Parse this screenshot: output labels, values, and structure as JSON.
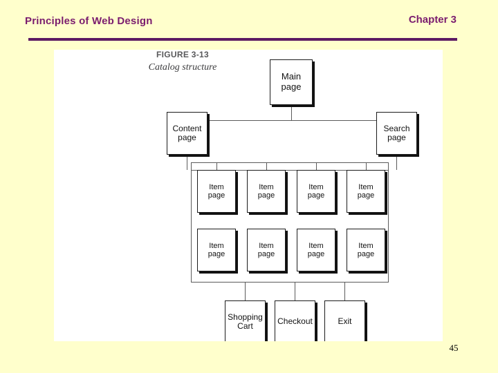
{
  "slide": {
    "course_title": "Principles of Web Design",
    "chapter_label": "Chapter 3",
    "page_number": "45",
    "accent_color": "#7A1C6E",
    "rule_color": "#5C1A63",
    "background_color": "#FFFFCC",
    "figure_background_color": "#FFFFFF"
  },
  "figure": {
    "number": "FIGURE 3-13",
    "title": "Catalog structure",
    "type": "hierarchy-diagram"
  },
  "diagram": {
    "levels": [
      {
        "name": "root",
        "nodes": [
          {
            "label": "Main\npage",
            "line1": "Main",
            "line2": "page"
          }
        ]
      },
      {
        "name": "second",
        "nodes": [
          {
            "line1": "Content",
            "line2": "page"
          },
          {
            "line1": "Search",
            "line2": "page"
          }
        ]
      },
      {
        "name": "items-row-1",
        "nodes": [
          {
            "line1": "Item",
            "line2": "page"
          },
          {
            "line1": "Item",
            "line2": "page"
          },
          {
            "line1": "Item",
            "line2": "page"
          },
          {
            "line1": "Item",
            "line2": "page"
          }
        ]
      },
      {
        "name": "items-row-2",
        "nodes": [
          {
            "line1": "Item",
            "line2": "page"
          },
          {
            "line1": "Item",
            "line2": "page"
          },
          {
            "line1": "Item",
            "line2": "page"
          },
          {
            "line1": "Item",
            "line2": "page"
          }
        ]
      },
      {
        "name": "bottom",
        "nodes": [
          {
            "line1": "Shopping",
            "line2": "Cart"
          },
          {
            "line1": "Checkout",
            "line2": ""
          },
          {
            "line1": "Exit",
            "line2": ""
          }
        ]
      }
    ]
  }
}
